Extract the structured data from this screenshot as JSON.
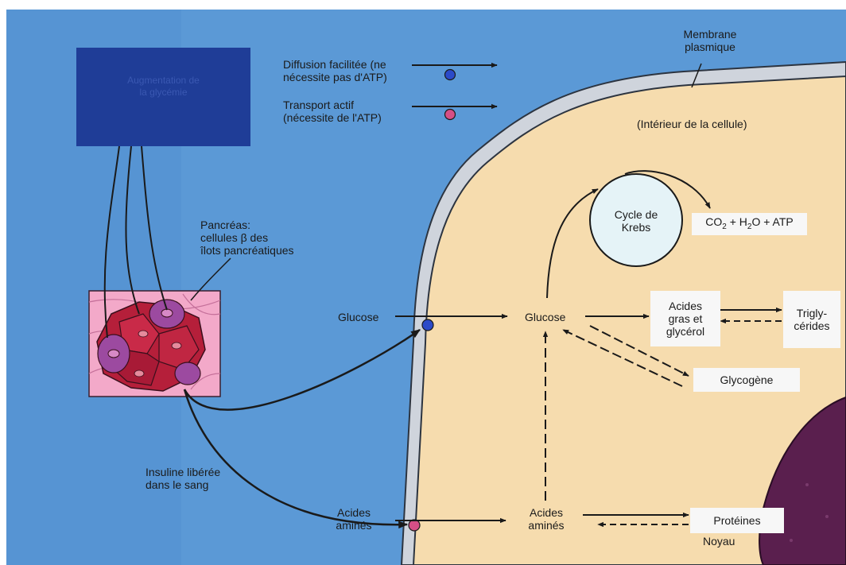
{
  "source_box": {
    "lines": [
      "Augmentation de",
      "la glycémie"
    ]
  },
  "legend": {
    "facilitated": {
      "line1": "Diffusion facilitée (ne",
      "line2": "nécessite pas d'ATP)"
    },
    "active": {
      "line1": "Transport actif",
      "line2": "(nécessite de l'ATP)"
    }
  },
  "membrane": {
    "line1": "Membrane",
    "line2": "plasmique"
  },
  "cell_interior": "(Intérieur de la cellule)",
  "pancreas": {
    "line1": "Pancréas:",
    "line2": "cellules β des",
    "line3": "îlots pancréatiques"
  },
  "insulin": {
    "line1": "Insuline libérée",
    "line2": "dans le sang"
  },
  "outside": {
    "glucose": "Glucose",
    "amino_line1": "Acides",
    "amino_line2": "aminés"
  },
  "inside": {
    "glucose": "Glucose",
    "amino_line1": "Acides",
    "amino_line2": "aminés",
    "krebs_line1": "Cycle de",
    "krebs_line2": "Krebs",
    "products": {
      "co": "CO",
      "co_sub": "2",
      "plus_h": " + H",
      "h_sub": "2",
      "rest": "O + ATP"
    },
    "fatty_line1": "Acides",
    "fatty_line2": "gras et",
    "fatty_line3": "glycérol",
    "trig_line1": "Trigly-",
    "trig_line2": "cérides",
    "glycogen": "Glycogène",
    "proteins": "Protéines",
    "nucleus": "Noyau"
  },
  "colors": {
    "background_blue": "#5b99d6",
    "cytoplasm": "#f6dcae",
    "membrane": "#cfd4dc",
    "source_box": "#1f3d97",
    "facilitated_carrier": "#2b4ac9",
    "active_carrier": "#d64f86",
    "nucleus": "#5a1f4e",
    "krebs_circle": "#e5f3f7"
  }
}
